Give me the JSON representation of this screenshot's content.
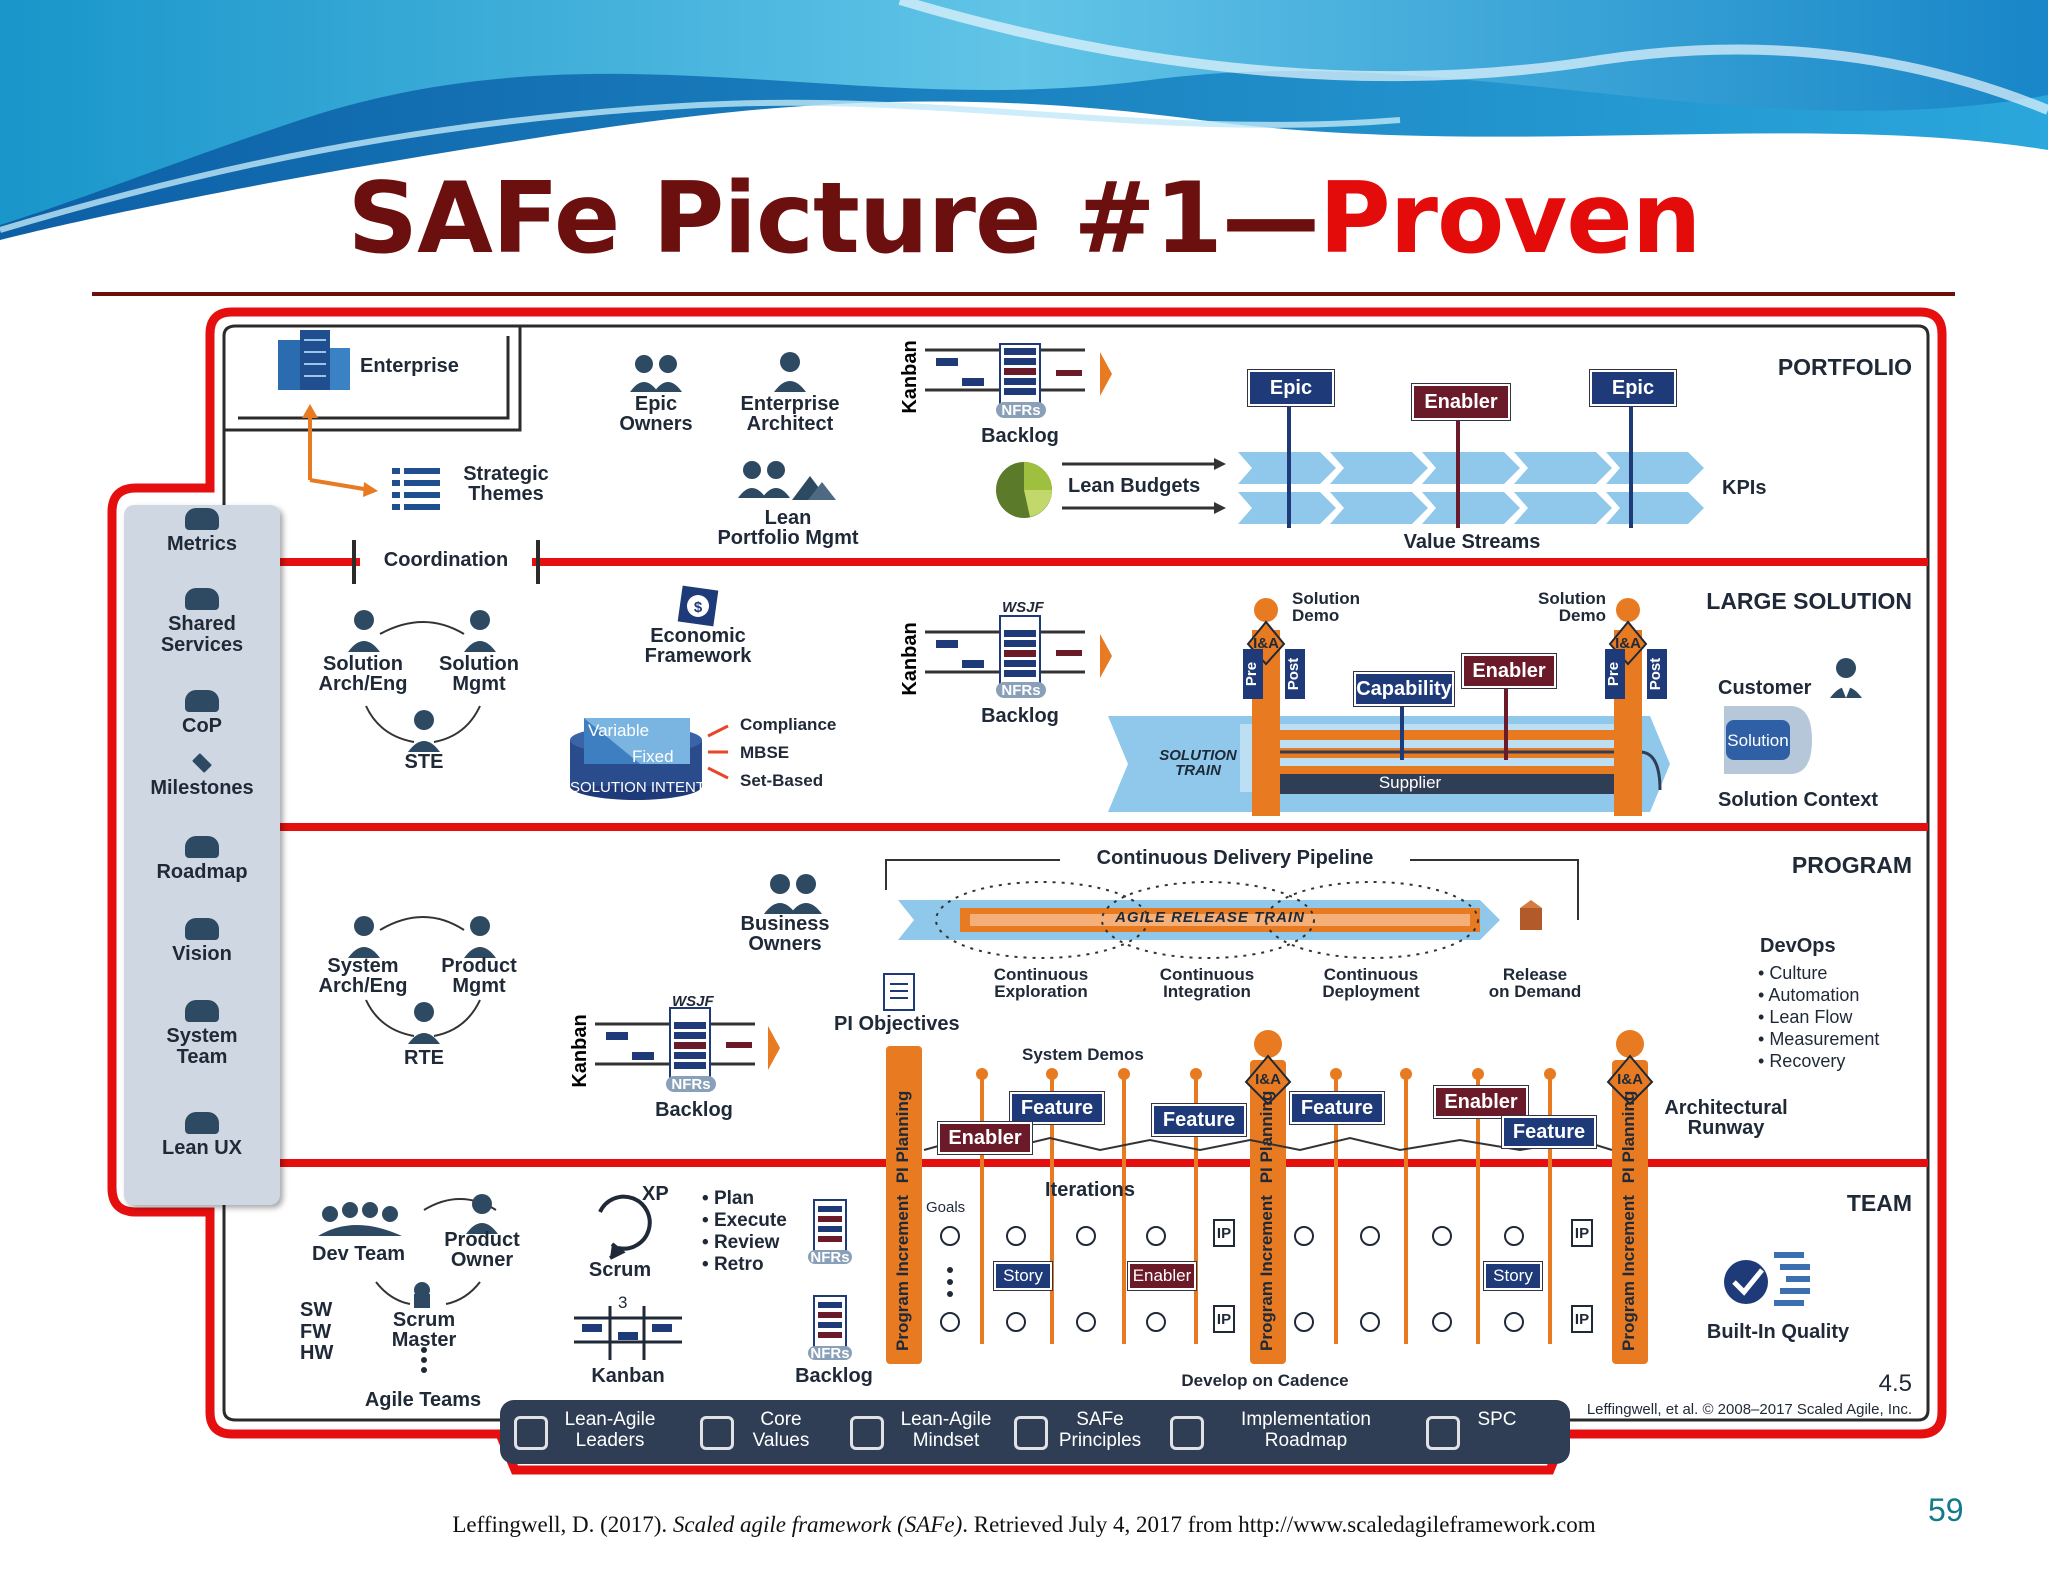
{
  "slide": {
    "title_main": "SAFe Picture #1—",
    "title_accent": "Proven",
    "page_number": "59",
    "citation": {
      "before": "Leffingwell, D. (2017). ",
      "italic": "Scaled agile framework (SAFe)",
      "after": ". Retrieved July 4, 2017 from http://www.scaledagileframework.com"
    }
  },
  "colors": {
    "title_dark": "#6b0f0f",
    "title_accent": "#e40b0b",
    "frame_red": "#e60f0f",
    "navy": "#1f3a78",
    "maroon": "#6b1a2a",
    "orange": "#e87a22",
    "light_blue": "#8fc8ea",
    "sidebar_grey": "#cfd8e2",
    "footer_bar": "#2f3e55",
    "page_number": "#117a8b"
  },
  "sections": {
    "portfolio": "PORTFOLIO",
    "large_solution": "LARGE SOLUTION",
    "program": "PROGRAM",
    "team": "TEAM"
  },
  "sidebar": [
    {
      "label": "Metrics",
      "icon": "gauge-icon"
    },
    {
      "label": "Shared\nServices",
      "icon": "people-pair-icon"
    },
    {
      "label": "CoP",
      "icon": "group-icon"
    },
    {
      "label": "Milestones",
      "icon": "diamond-icon"
    },
    {
      "label": "Roadmap",
      "icon": "map-icon"
    },
    {
      "label": "Vision",
      "icon": "binoculars-icon"
    },
    {
      "label": "System\nTeam",
      "icon": "team-gear-icon"
    },
    {
      "label": "Lean UX",
      "icon": "cycle-arrows-icon"
    }
  ],
  "portfolio": {
    "enterprise": "Enterprise",
    "strategic_themes": "Strategic\nThemes",
    "coordination": "Coordination",
    "epic_owners": "Epic\nOwners",
    "enterprise_architect": "Enterprise\nArchitect",
    "lean_portfolio_mgmt": "Lean\nPortfolio Mgmt",
    "kanban": "Kanban",
    "nfrs": "NFRs",
    "backlog": "Backlog",
    "lean_budgets": "Lean Budgets",
    "epic_1": "Epic",
    "enabler": "Enabler",
    "epic_2": "Epic",
    "kpis": "KPIs",
    "value_streams": "Value Streams"
  },
  "large_solution": {
    "solution_arch_eng": "Solution\nArch/Eng",
    "solution_mgmt": "Solution\nMgmt",
    "ste": "STE",
    "economic_framework": "Economic\nFramework",
    "variable": "Variable",
    "fixed": "Fixed",
    "solution_intent": "SOLUTION INTENT",
    "compliance": "Compliance",
    "mbse": "MBSE",
    "set_based": "Set-Based",
    "kanban": "Kanban",
    "wsjf": "WSJF",
    "nfrs": "NFRs",
    "backlog": "Backlog",
    "solution_demo_1": "Solution\nDemo",
    "solution_demo_2": "Solution\nDemo",
    "ia": "I&A",
    "pre": "Pre",
    "post": "Post",
    "capability": "Capability",
    "enabler": "Enabler",
    "solution_train": "SOLUTION\nTRAIN",
    "supplier": "Supplier",
    "customer": "Customer",
    "solution": "Solution",
    "solution_context": "Solution Context"
  },
  "program": {
    "system_arch_eng": "System\nArch/Eng",
    "product_mgmt": "Product\nMgmt",
    "rte": "RTE",
    "business_owners": "Business\nOwners",
    "continuous_delivery_pipeline": "Continuous Delivery Pipeline",
    "agile_release_train": "AGILE RELEASE TRAIN",
    "continuous_exploration": "Continuous\nExploration",
    "continuous_integration": "Continuous\nIntegration",
    "continuous_deployment": "Continuous\nDeployment",
    "release_on_demand": "Release\non Demand",
    "pi_objectives": "PI Objectives",
    "kanban": "Kanban",
    "wsjf": "WSJF",
    "nfrs": "NFRs",
    "backlog": "Backlog",
    "system_demos": "System Demos",
    "feature": "Feature",
    "enabler": "Enabler",
    "ia": "I&A",
    "pi_planning": "PI Planning",
    "devops": "DevOps",
    "devops_items": [
      "Culture",
      "Automation",
      "Lean Flow",
      "Measurement",
      "Recovery"
    ],
    "architectural_runway": "Architectural\nRunway"
  },
  "team": {
    "dev_team": "Dev Team",
    "product_owner": "Product\nOwner",
    "scrum_master": "Scrum\nMaster",
    "sw_fw_hw": "SW\nFW\nHW",
    "agile_teams": "Agile Teams",
    "xp": "XP",
    "scrum": "Scrum",
    "scrum_steps": [
      "Plan",
      "Execute",
      "Review",
      "Retro"
    ],
    "kanban": "Kanban",
    "kanban_wip": "3",
    "nfrs": "NFRs",
    "backlog": "Backlog",
    "program_increment": "Program Increment",
    "goals": "Goals",
    "iterations": "Iterations",
    "story": "Story",
    "enabler": "Enabler",
    "ip": "IP",
    "develop_on_cadence": "Develop on Cadence",
    "built_in_quality": "Built-In Quality"
  },
  "foundation": [
    {
      "label": "Lean-Agile\nLeaders",
      "icon": "leaders-icon"
    },
    {
      "label": "Core\nValues",
      "icon": "core-values-icon"
    },
    {
      "label": "Lean-Agile\nMindset",
      "icon": "mindset-icon"
    },
    {
      "label": "SAFe\nPrinciples",
      "icon": "principles-icon"
    },
    {
      "label": "Implementation\nRoadmap",
      "icon": "roadmap-icon"
    },
    {
      "label": "SPC",
      "icon": "spc-icon"
    }
  ],
  "meta": {
    "version": "4.5",
    "copyright": "Leffingwell, et al. © 2008–2017 Scaled Agile, Inc."
  }
}
